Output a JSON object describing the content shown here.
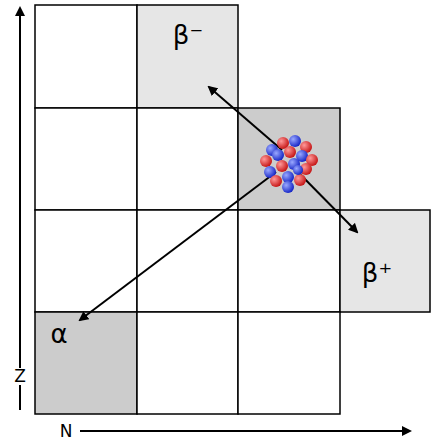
{
  "diagram": {
    "nodes": [
      {
        "text": [
          "β⁻"
        ]
      },
      {
        "text": [
          "β⁺"
        ]
      },
      {
        "text": [
          "α"
        ]
      }
    ],
    "labels": [
      "Z",
      "N"
    ]
  }
}
